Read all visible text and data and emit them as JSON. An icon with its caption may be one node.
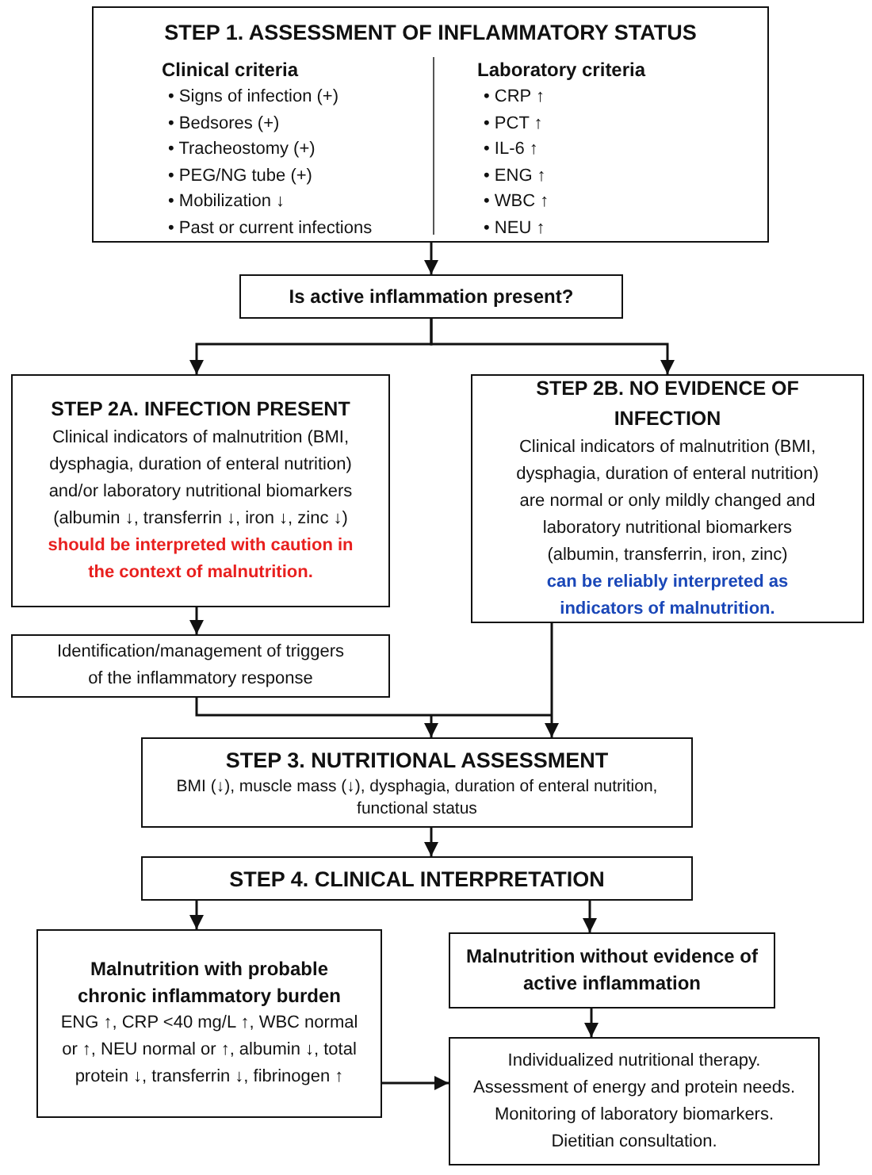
{
  "diagram": {
    "nodes": [
      {
        "text": [
          "STEP 1. ASSESSMENT OF INFLAMMATORY STATUS",
          "Clinical criteria",
          "• Signs of infection (+)",
          "• Bedsores (+)",
          "• Tracheostomy (+)",
          "• PEG/NG tube (+)",
          "• Mobilization ↓",
          "• Past or current infections",
          "Laboratory criteria",
          "• CRP ↑",
          "• PCT ↑",
          "• IL-6 ↑",
          "• ENG ↑",
          "• WBC ↑",
          "• NEU ↑"
        ]
      },
      {
        "text": [
          "Is active inflammation present?"
        ]
      },
      {
        "text": [
          "STEP 2A. INFECTION PRESENT",
          "Clinical indicators of malnutrition (BMI, dysphagia, duration of enteral nutrition) and/or laboratory nutritional biomarkers (albumin ↓, transferrin ↓, iron ↓, zinc ↓)",
          "should be interpreted with caution in the context of malnutrition."
        ]
      },
      {
        "text": [
          "STEP 2B. NO EVIDENCE OF INFECTION",
          "Clinical indicators of malnutrition (BMI, dysphagia, duration of enteral nutrition) are normal or only mildly changed and laboratory nutritional biomarkers (albumin, transferrin, iron, zinc)",
          "can be reliably interpreted as indicators of malnutrition."
        ]
      },
      {
        "text": [
          "Identification/management of triggers of the inflammatory response"
        ]
      },
      {
        "text": [
          "STEP 3. NUTRITIONAL ASSESSMENT",
          "BMI (↓), muscle mass (↓), dysphagia, duration of enteral nutrition, functional status"
        ]
      },
      {
        "text": [
          "STEP 4. CLINICAL INTERPRETATION"
        ]
      },
      {
        "text": [
          "Malnutrition with probable chronic inflammatory burden",
          "ENG ↑, CRP <40 mg/L ↑, WBC normal or ↑, NEU normal or ↑, albumin ↓, total protein ↓, transferrin ↓, fibrinogen ↑"
        ]
      },
      {
        "text": [
          "Malnutrition without evidence of active inflammation"
        ]
      },
      {
        "text": [
          "Individualized nutritional therapy.",
          "Assessment of energy and protein needs.",
          "Monitoring of laboratory biomarkers.",
          "Dietitian consultation."
        ]
      }
    ],
    "edges": [
      {
        "from": 0,
        "to": 1,
        "arrow": "to"
      },
      {
        "from": 1,
        "to": 2,
        "arrow": "to"
      },
      {
        "from": 1,
        "to": 3,
        "arrow": "to"
      },
      {
        "from": 2,
        "to": 4,
        "arrow": "to"
      },
      {
        "from": 4,
        "to": 5,
        "arrow": "to"
      },
      {
        "from": 3,
        "to": 5,
        "arrow": "to"
      },
      {
        "from": 5,
        "to": 6,
        "arrow": "to"
      },
      {
        "from": 6,
        "to": 7,
        "arrow": "to"
      },
      {
        "from": 6,
        "to": 8,
        "arrow": "to"
      },
      {
        "from": 8,
        "to": 9,
        "arrow": "to"
      },
      {
        "from": 7,
        "to": 9,
        "arrow": "to"
      }
    ]
  }
}
